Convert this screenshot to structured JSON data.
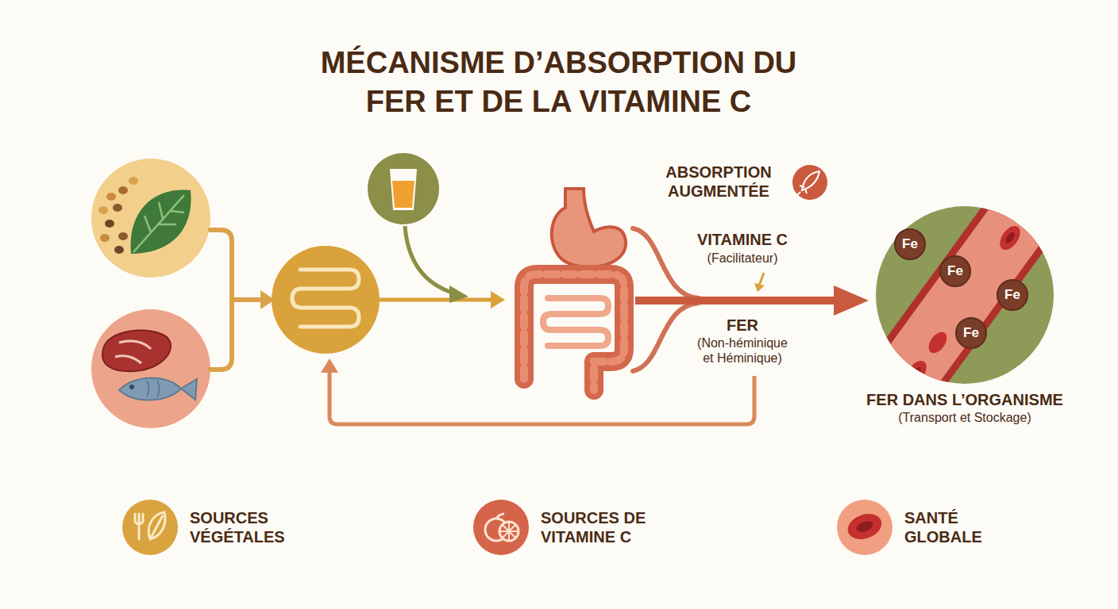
{
  "diagram": {
    "title": "MÉCANISME D’ABSORPTION DU FER ET DE LA VITAMINE C",
    "nodes": [
      {
        "text": [
          "FER DANS L’ORGANISME",
          "(Transport et Stockage)"
        ]
      },
      {
        "text": [
          "Fe"
        ],
        "in": 0
      },
      {
        "text": [
          "Fe"
        ],
        "in": 0
      },
      {
        "text": [
          "Fe"
        ],
        "in": 0
      },
      {
        "text": [
          "Fe"
        ],
        "in": 0
      }
    ],
    "labels": [
      "ABSORPTION AUGMENTÉE",
      "VITAMINE C",
      "(Facilitateur)",
      "FER",
      "(Non-héminique et Héminique)"
    ],
    "legend": [
      {
        "text": "SOURCES VÉGÉTALES",
        "color": "#d9a33f"
      },
      {
        "text": "SOURCES DE VITAMINE C",
        "color": "#d4654a"
      },
      {
        "text": "SANTÉ GLOBALE",
        "color": "#f0a080"
      }
    ]
  }
}
